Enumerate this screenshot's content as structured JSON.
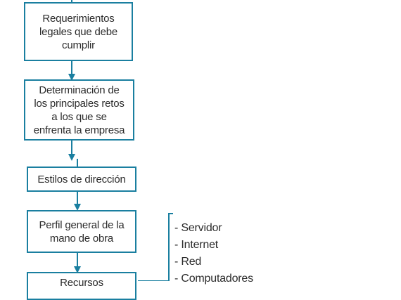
{
  "flow": {
    "boxes": [
      {
        "lines": [
          "Requerimientos",
          "legales que debe",
          "cumplir"
        ]
      },
      {
        "lines": [
          "Determinación de",
          "los principales retos",
          "a los que se",
          "enfrenta la empresa"
        ]
      },
      {
        "lines": [
          "Estilos de dirección"
        ]
      },
      {
        "lines": [
          "Perfil general de la",
          "mano de obra"
        ]
      },
      {
        "lines": [
          "Recursos"
        ]
      }
    ]
  },
  "resources_list": [
    "- Servidor",
    "- Internet",
    "- Red",
    "- Computadores"
  ],
  "colors": {
    "accent": "#1a7fa0",
    "text": "#2b2b2b",
    "background": "#ffffff"
  }
}
